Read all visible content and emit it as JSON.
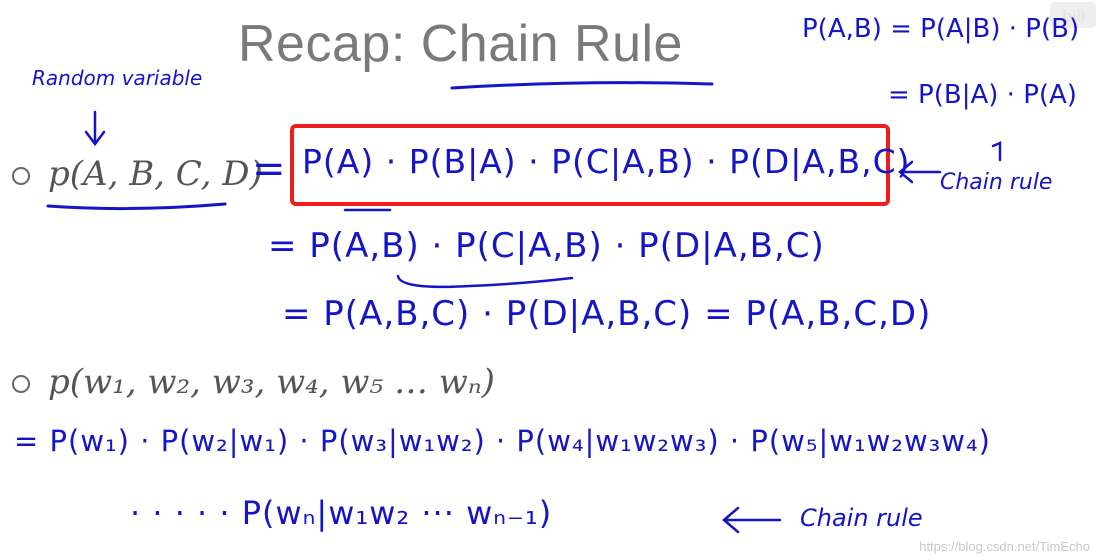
{
  "slide": {
    "title_prefix": "Recap: ",
    "title_emph": "Chain Rule",
    "annotations": {
      "random_variable": "Random variable",
      "chain_rule_1": "Chain rule",
      "chain_rule_2": "Chain rule"
    },
    "top_right": {
      "line1": "P(A,B) = P(A|B) · P(B)",
      "line2": "= P(B|A) · P(A)"
    },
    "bullet1": {
      "expr": "p(A, B, C, D)",
      "eq_sign": "=",
      "line1": "P(A) · P(B|A) · P(C|A,B) · P(D|A,B,C)",
      "line2": "= P(A,B) · P(C|A,B) · P(D|A,B,C)",
      "line3": "= P(A,B,C) · P(D|A,B,C) = P(A,B,C,D)"
    },
    "bullet2": {
      "expr": "p(w₁, w₂, w₃, w₄, w₅ … wₙ)",
      "line1": "= P(w₁) · P(w₂|w₁) · P(w₃|w₁w₂) · P(w₄|w₁w₂w₃) · P(w₅|w₁w₂w₃w₄)",
      "line2": "· · · · · P(wₙ|w₁w₂ ··· wₙ₋₁)"
    },
    "watermark": "https://blog.csdn.net/TimEcho"
  },
  "colors": {
    "ink": "#1515c8",
    "highlight": "#ee1c1c",
    "title": "#7a7a7a"
  }
}
